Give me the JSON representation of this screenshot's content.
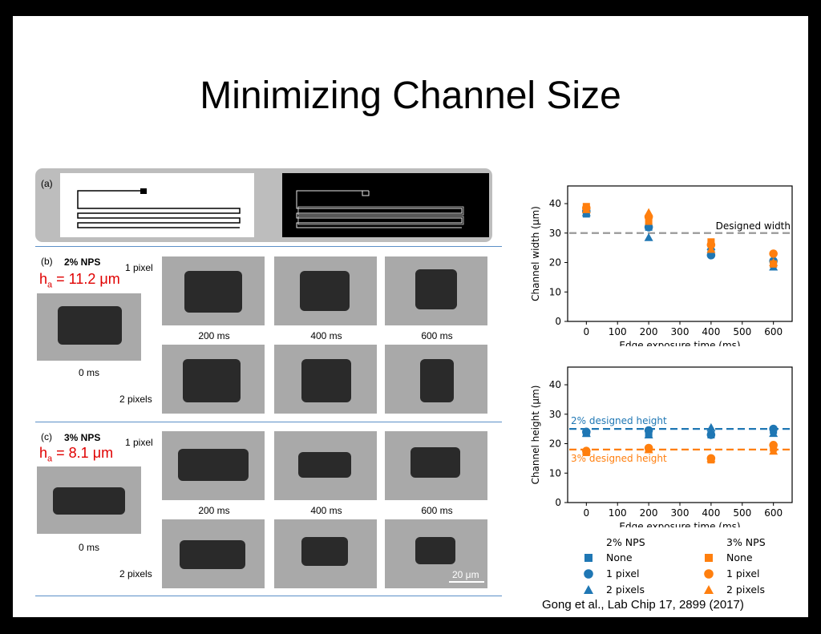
{
  "slide": {
    "title": "Minimizing Channel Size",
    "citation": "Gong et al., Lab Chip 17, 2899 (2017)"
  },
  "figure": {
    "panel_a_label": "(a)",
    "panel_b_label": "(b)",
    "panel_b_title": "2% NPS",
    "panel_b_ha": "11.2",
    "panel_c_label": "(c)",
    "panel_c_title": "3% NPS",
    "panel_c_ha": "8.1",
    "ha_prefix": "h",
    "ha_sub": "a",
    "ha_unit": "μm",
    "row_1pixel": "1 pixel",
    "row_2pixels": "2 pixels",
    "t0": "0 ms",
    "t200": "200 ms",
    "t400": "400 ms",
    "t600": "600 ms",
    "scalebar": "20 μm"
  },
  "chart_data": [
    {
      "type": "scatter",
      "xlabel": "Edge exposure time (ms)",
      "ylabel": "Channel width (μm)",
      "xlim": [
        -60,
        660
      ],
      "ylim": [
        0,
        46
      ],
      "xticks": [
        0,
        100,
        200,
        300,
        400,
        500,
        600
      ],
      "yticks": [
        0,
        10,
        20,
        30,
        40
      ],
      "reference_lines": [
        {
          "y": 30,
          "label": "Designed width",
          "color": "#999999"
        }
      ],
      "series": [
        {
          "name": "None",
          "group": "2% NPS",
          "marker": "square",
          "color": "#1f77b4",
          "x": [
            0,
            200,
            400,
            600
          ],
          "y": [
            36.5,
            32,
            23.5,
            19.5
          ]
        },
        {
          "name": "1 pixel",
          "group": "2% NPS",
          "marker": "circle",
          "color": "#1f77b4",
          "x": [
            0,
            200,
            400,
            600
          ],
          "y": [
            37.5,
            32,
            22.5,
            20.5
          ]
        },
        {
          "name": "2 pixels",
          "group": "2% NPS",
          "marker": "triangle",
          "color": "#1f77b4",
          "x": [
            0,
            200,
            400,
            600
          ],
          "y": [
            37,
            28.5,
            25.5,
            18.5
          ]
        },
        {
          "name": "None",
          "group": "3% NPS",
          "marker": "square",
          "color": "#ff7f0e",
          "x": [
            0,
            200,
            400,
            600
          ],
          "y": [
            39,
            34,
            27,
            19.5
          ]
        },
        {
          "name": "1 pixel",
          "group": "3% NPS",
          "marker": "circle",
          "color": "#ff7f0e",
          "x": [
            0,
            200,
            400,
            600
          ],
          "y": [
            38.5,
            35.5,
            26,
            23
          ]
        },
        {
          "name": "2 pixels",
          "group": "3% NPS",
          "marker": "triangle",
          "color": "#ff7f0e",
          "x": [
            0,
            200,
            400,
            600
          ],
          "y": [
            38,
            37,
            24.5,
            20
          ]
        }
      ]
    },
    {
      "type": "scatter",
      "xlabel": "Edge exposure time (ms)",
      "ylabel": "Channel height (μm)",
      "xlim": [
        -60,
        660
      ],
      "ylim": [
        0,
        46
      ],
      "xticks": [
        0,
        100,
        200,
        300,
        400,
        500,
        600
      ],
      "yticks": [
        0,
        10,
        20,
        30,
        40
      ],
      "reference_lines": [
        {
          "y": 25,
          "label": "2% designed height",
          "color": "#1f77b4"
        },
        {
          "y": 18,
          "label": "3% designed height",
          "color": "#ff7f0e"
        }
      ],
      "series": [
        {
          "name": "None",
          "group": "2% NPS",
          "marker": "square",
          "color": "#1f77b4",
          "x": [
            0,
            200,
            400,
            600
          ],
          "y": [
            23.5,
            23.5,
            23,
            24.5
          ]
        },
        {
          "name": "1 pixel",
          "group": "2% NPS",
          "marker": "circle",
          "color": "#1f77b4",
          "x": [
            0,
            200,
            400,
            600
          ],
          "y": [
            24,
            24.5,
            23,
            25
          ]
        },
        {
          "name": "2 pixels",
          "group": "2% NPS",
          "marker": "triangle",
          "color": "#1f77b4",
          "x": [
            0,
            200,
            400,
            600
          ],
          "y": [
            23.5,
            23,
            25.5,
            23.5
          ]
        },
        {
          "name": "None",
          "group": "3% NPS",
          "marker": "square",
          "color": "#ff7f0e",
          "x": [
            0,
            200,
            400,
            600
          ],
          "y": [
            17,
            18,
            14.5,
            18.5
          ]
        },
        {
          "name": "1 pixel",
          "group": "3% NPS",
          "marker": "circle",
          "color": "#ff7f0e",
          "x": [
            0,
            200,
            400,
            600
          ],
          "y": [
            17.5,
            18.5,
            15,
            19.5
          ]
        },
        {
          "name": "2 pixels",
          "group": "3% NPS",
          "marker": "triangle",
          "color": "#ff7f0e",
          "x": [
            0,
            200,
            400,
            600
          ],
          "y": [
            17.5,
            18,
            15,
            17.5
          ]
        }
      ]
    }
  ],
  "legend": {
    "group1_title": "2% NPS",
    "group2_title": "3% NPS",
    "items": [
      "None",
      "1 pixel",
      "2 pixels"
    ],
    "color1": "#1f77b4",
    "color2": "#ff7f0e"
  }
}
